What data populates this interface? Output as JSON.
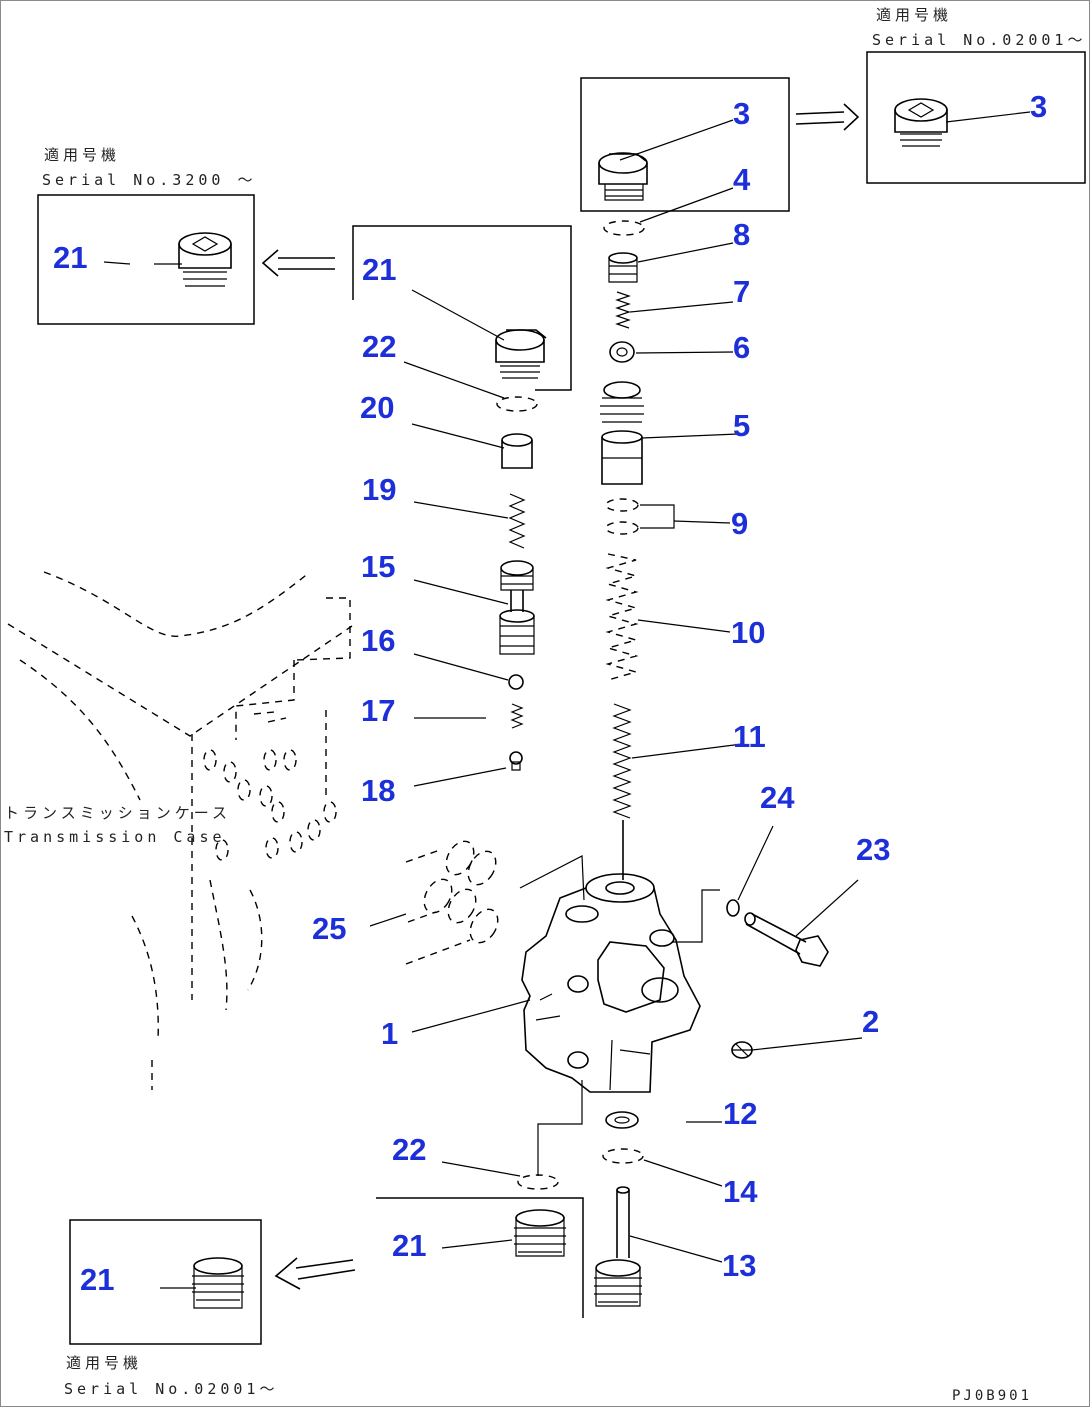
{
  "notes": {
    "top_right_jp": "適用号機",
    "top_right_serial": "Serial No.02001～",
    "top_left_jp": "適用号機",
    "top_left_serial": "Serial No.3200 ～",
    "bottom_left_jp": "適用号機",
    "bottom_left_serial": "Serial No.02001～"
  },
  "case_label": {
    "jp": "トランスミッションケース",
    "en": "Transmission Case"
  },
  "drawing_code": "PJ0B901",
  "callouts": {
    "c3_box": "3",
    "c3_detail": "3",
    "c4": "4",
    "c8": "8",
    "c7": "7",
    "c6": "6",
    "c5": "5",
    "c9": "9",
    "c10": "10",
    "c11": "11",
    "c24": "24",
    "c23": "23",
    "c2": "2",
    "c1": "1",
    "c12": "12",
    "c14": "14",
    "c13": "13",
    "c21_top_detail": "21",
    "c21_top_box": "21",
    "c22_top": "22",
    "c20": "20",
    "c19": "19",
    "c15": "15",
    "c16": "16",
    "c17": "17",
    "c18": "18",
    "c25": "25",
    "c22_bottom": "22",
    "c21_bottom": "21",
    "c21_bottom_detail": "21"
  },
  "colors": {
    "callout": "#1c2fd8",
    "linework": "#000000",
    "frame": "#8a8a8a"
  }
}
